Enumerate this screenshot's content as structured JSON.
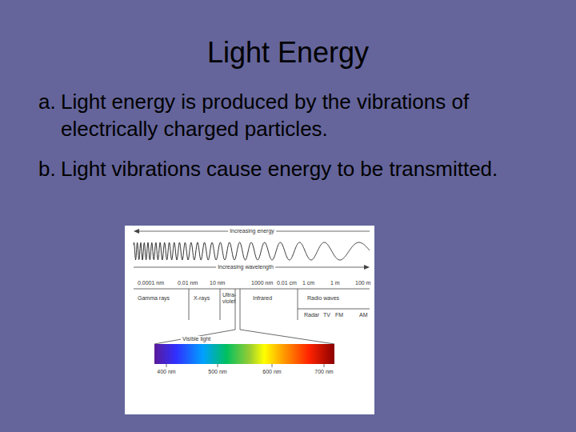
{
  "diagram": {
    "title": "Light Energy",
    "labels": [
      "a.",
      "Light energy is produced by the vibrations of electrically charged particles.",
      "b.",
      "Light vibrations cause energy to be transmitted.",
      "Increasing energy",
      "Increasing wavelength",
      "0.0001 nm",
      "0.01 nm",
      "10 nm",
      "1000 nm",
      "0.01 cm",
      "1 cm",
      "1 m",
      "100 m",
      "Gamma rays",
      "X-rays",
      "Ultra-violet",
      "Infrared",
      "Radio waves",
      "Radar",
      "TV",
      "FM",
      "AM",
      "Visible light",
      "400 nm",
      "500 nm",
      "600 nm",
      "700 nm"
    ]
  }
}
